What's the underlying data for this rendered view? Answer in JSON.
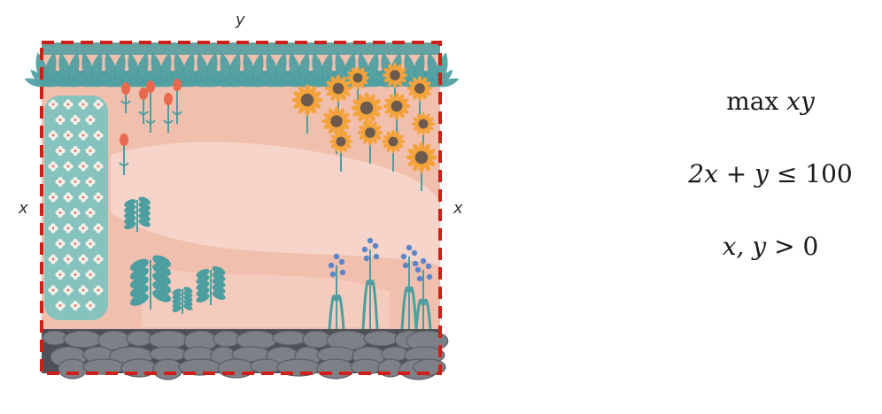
{
  "diagram": {
    "labels": {
      "top": "y",
      "left": "x",
      "right": "x"
    },
    "colors": {
      "ground": "#f1bfae",
      "path": "#f7d4c9",
      "fence": "#cf1f17",
      "stone": "#7e8088",
      "stone_dark": "#4e5058",
      "leaf": "#4c9ea1",
      "sunflower": "#f4a23a",
      "sunflower_center": "#6b5a4d",
      "tulip": "#e8694e",
      "bluebell": "#5b86c9",
      "hydrangea": "#86c2be"
    },
    "icons": [
      "hedge-icon",
      "tulip-icon",
      "sunflower-icon",
      "bluebell-icon",
      "shrub-icon",
      "stone-wall-icon"
    ]
  },
  "equations": {
    "objective": {
      "op": "max",
      "expr": "xy"
    },
    "constraint": {
      "lhs": "2x + y",
      "rel": "≤",
      "rhs": "100"
    },
    "domain": {
      "vars": "x, y",
      "rel": ">",
      "rhs": "0"
    }
  }
}
